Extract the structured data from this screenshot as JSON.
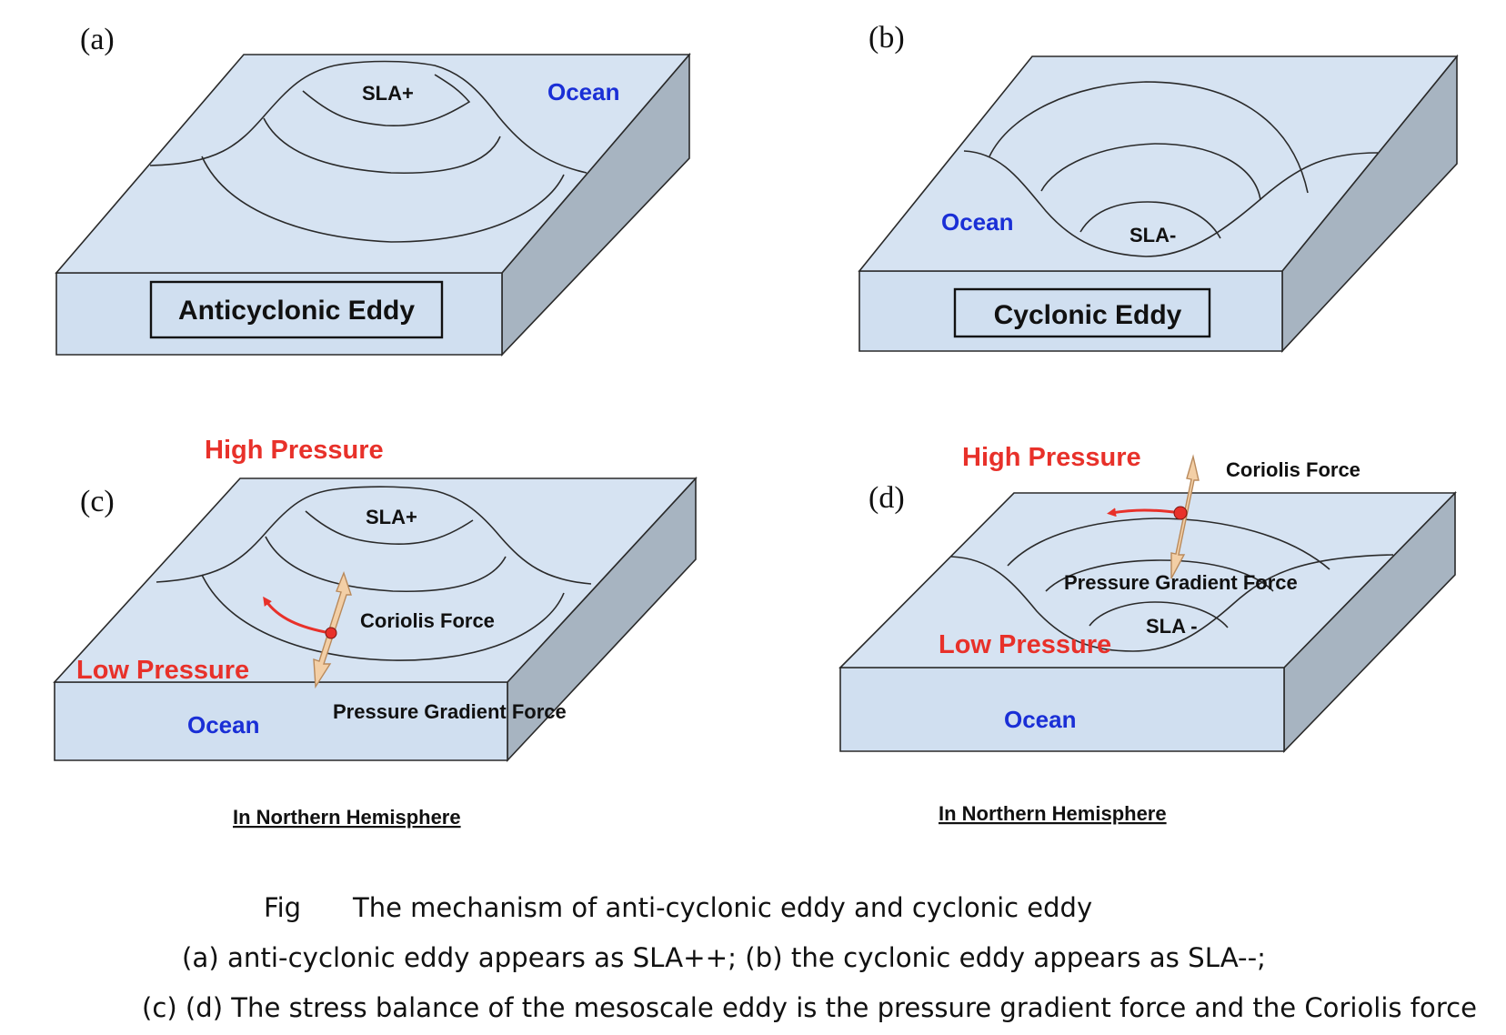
{
  "panels": {
    "a": {
      "tag": "(a)",
      "sla": "SLA+",
      "ocean": "Ocean",
      "title": "Anticyclonic Eddy"
    },
    "b": {
      "tag": "(b)",
      "sla": "SLA-",
      "ocean": "Ocean",
      "title": "Cyclonic Eddy"
    },
    "c": {
      "tag": "(c)",
      "high": "High Pressure",
      "low": "Low Pressure",
      "sla": "SLA+",
      "coriolis": "Coriolis Force",
      "pgf": "Pressure Gradient Force",
      "ocean": "Ocean",
      "hemisphere": "In Northern Hemisphere"
    },
    "d": {
      "tag": "(d)",
      "high": "High Pressure",
      "low": "Low Pressure",
      "sla": "SLA -",
      "coriolis": "Coriolis Force",
      "pgf": "Pressure Gradient Force",
      "ocean": "Ocean",
      "hemisphere": "In Northern Hemisphere"
    }
  },
  "caption": {
    "line1_prefix": "Fig",
    "line1_text": "The mechanism of anti-cyclonic eddy and cyclonic eddy",
    "line2": "(a) anti-cyclonic eddy appears as SLA++;  (b) the cyclonic eddy appears as SLA--;",
    "line3": "(c) (d) The stress balance of the mesoscale eddy is the pressure gradient force and the Coriolis force"
  },
  "colors": {
    "ocean_text": "#1a2fd6",
    "pressure_text": "#e8312a",
    "block_top": "#d6e3f2",
    "block_side": "#a7b4c1",
    "force_arrow": "#f3cfa6",
    "coriolis_arrow": "#e8312a"
  }
}
